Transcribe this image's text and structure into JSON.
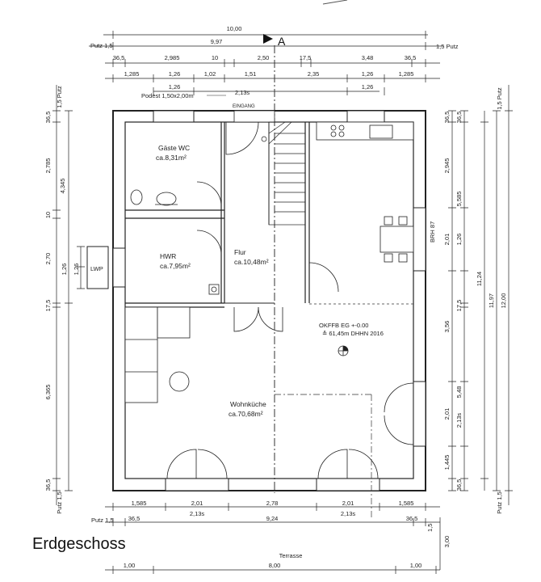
{
  "title": "Erdgeschoss",
  "section_marker": "A",
  "rooms": {
    "guest_wc": {
      "name": "Gäste WC",
      "area": "ca.8,31m²"
    },
    "hwr": {
      "name": "HWR",
      "area": "ca.7,95m²"
    },
    "flur": {
      "name": "Flur",
      "area": "ca.10,48m²"
    },
    "wohnkueche": {
      "name": "Wohnküche",
      "area": "ca.70,68m²"
    }
  },
  "labels": {
    "eingang": "EINGANG",
    "podest": "Podest 1,50x2,00m",
    "podest_dim": "2,13s",
    "lwp": "LWP",
    "brh": "BRH 87",
    "okffb": "OKFFB EG +-0.00",
    "dhhn": "≙ 61,45m DHHN 2016",
    "terrasse": "Terrasse",
    "putz15_top_left": "Putz 1,5",
    "putz15_top_right": "1,5 Putz",
    "putz15_bottom_left": "Putz 1,5",
    "putz15_bottom_right": "1,5"
  },
  "dims_top": {
    "total": "10,00",
    "inner": "9,97",
    "row3": [
      "36,5",
      "2,985",
      "10",
      "2,50",
      "17,5",
      "3,48",
      "36,5"
    ],
    "row4": [
      "1,285",
      "1,26",
      "1,02",
      "1,51",
      "2,35",
      "1,26",
      "1,285"
    ],
    "row5": [
      "1,26",
      "1,26"
    ]
  },
  "dims_bottom": {
    "row1": [
      "1,585",
      "2,01",
      "2,78",
      "2,01",
      "1,585"
    ],
    "row2": [
      "2,13s",
      "2,13s"
    ],
    "row3": [
      "36,5",
      "9,24",
      "36,5"
    ],
    "terrace": [
      "1,00",
      "8,00",
      "1,00"
    ],
    "terrace_side": "3,00"
  },
  "dims_left": {
    "outer": [
      "36,5",
      "2,785",
      "10",
      "2,70",
      "17,5",
      "6,365",
      "36,5"
    ],
    "mid": [
      "4,345"
    ],
    "small": [
      "1,26",
      "1,26"
    ],
    "putz": [
      "1,5 Putz",
      "Putz 1,5"
    ]
  },
  "dims_right": {
    "a": [
      "36,5",
      "2,945",
      "2,01",
      "3,56",
      "2,01",
      "1,445"
    ],
    "b": [
      "36,5",
      "5,585",
      "1,26",
      "17,5",
      "5,48",
      "2,13s",
      "36,5"
    ],
    "c": [
      "11,24"
    ],
    "d": [
      "11,97"
    ],
    "e": [
      "12,00"
    ],
    "putz": [
      "1,5 Putz",
      "Putz 1,5"
    ]
  },
  "colors": {
    "line": "#222222",
    "dashed": "#333333",
    "background": "#ffffff"
  }
}
